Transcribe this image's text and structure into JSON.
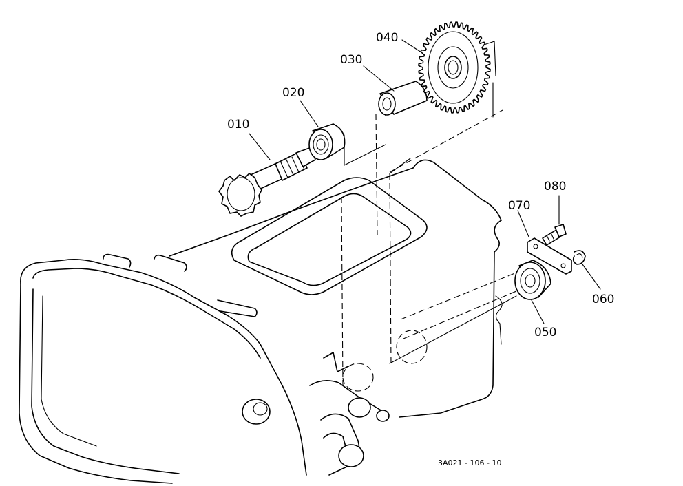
{
  "parts": [
    {
      "id": "p010",
      "label": "010"
    },
    {
      "id": "p020",
      "label": "020"
    },
    {
      "id": "p030",
      "label": "030"
    },
    {
      "id": "p040",
      "label": "040"
    },
    {
      "id": "p050",
      "label": "050"
    },
    {
      "id": "p060",
      "label": "060"
    },
    {
      "id": "p070",
      "label": "070"
    },
    {
      "id": "p080",
      "label": "080"
    }
  ],
  "drawing_code": "3A021 - 106 - 10"
}
